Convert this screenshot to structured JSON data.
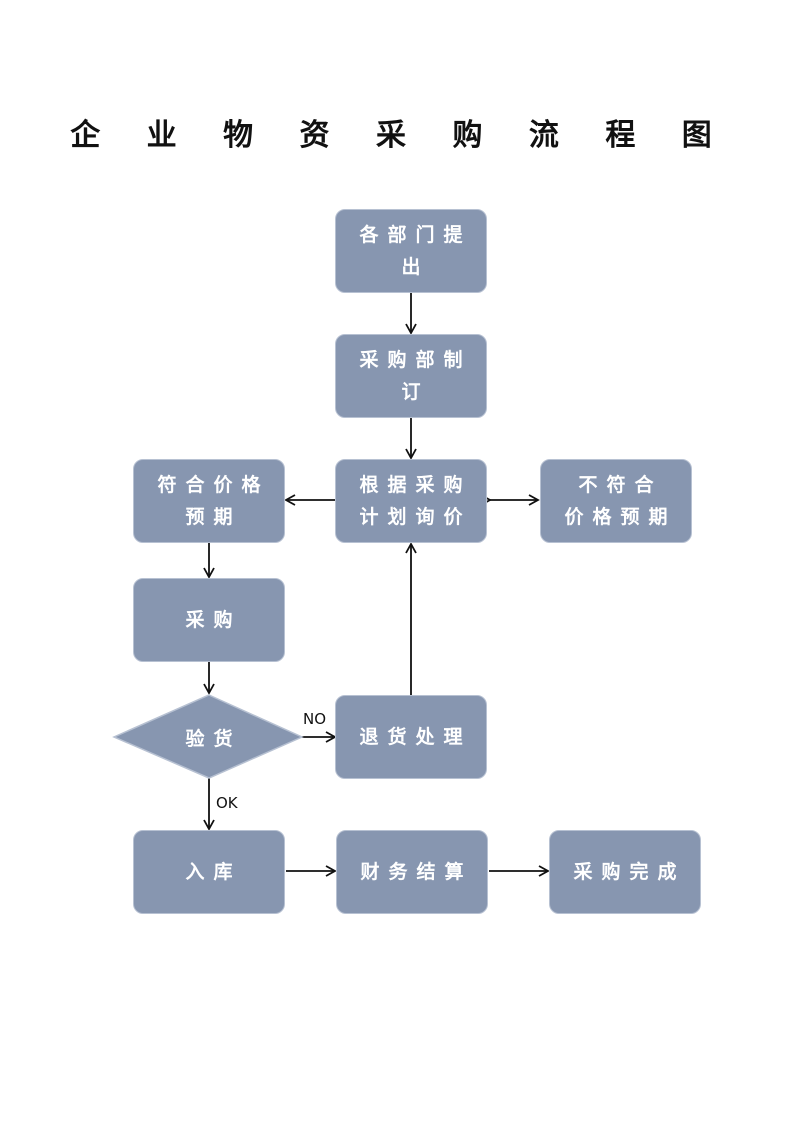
{
  "title": "企 业 物 资 采 购 流 程 图",
  "nodes": {
    "dept_request": {
      "line1": "各部门提",
      "line2": "出"
    },
    "purchase_plan": {
      "line1": "采购部制",
      "line2": "订"
    },
    "inquiry": {
      "line1": "根据采购",
      "line2": "计划询价"
    },
    "price_ok": {
      "line1": "符合价格",
      "line2": "预期"
    },
    "price_not_ok": {
      "line1": "不符合",
      "line2": "价格预期"
    },
    "purchase": {
      "line1": "采购"
    },
    "inspect": {
      "line1": "验货"
    },
    "return": {
      "line1": "退货处理"
    },
    "storage": {
      "line1": "入库"
    },
    "settlement": {
      "line1": "财务结算"
    },
    "complete": {
      "line1": "采购完成"
    }
  },
  "edge_labels": {
    "no": "NO",
    "ok": "OK"
  },
  "colors": {
    "node_fill": "#8796b0",
    "node_border": "#b7c1d2",
    "arrow": "#111111"
  }
}
